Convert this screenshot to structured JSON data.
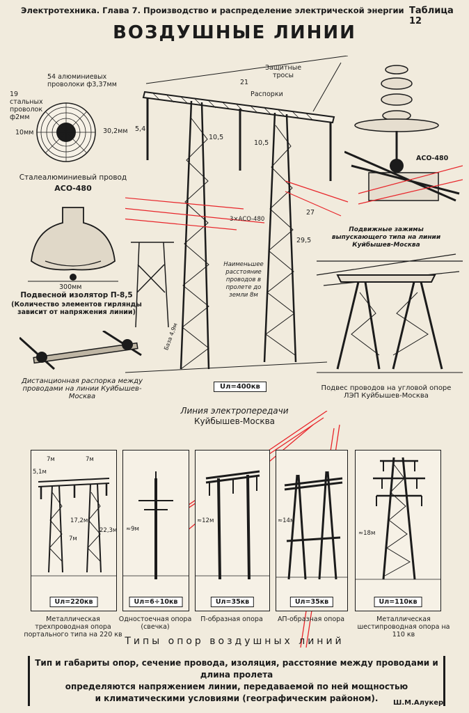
{
  "header": {
    "chapter": "Электротехника. Глава 7. Производство и распределение электрической энергии",
    "table_no": "Таблица 12",
    "title": "ВОЗДУШНЫЕ ЛИНИИ"
  },
  "wire": {
    "aluminium": "54 алюминиевых проволоки ф3,37мм",
    "steel": "19 стальных проволок ф2мм",
    "dim_inner": "10мм",
    "dim_outer": "30,2мм",
    "name": "Сталеалюминиевый провод",
    "code": "АСО-480"
  },
  "insulator": {
    "dim": "300мм",
    "name": "Подвесной изолятор П-8,5",
    "note": "(Количество элементов гирлянды зависит от напряжения линии)"
  },
  "spacer": {
    "name": "Дистанционная распорка между проводами на линии Куйбышев-Москва"
  },
  "main_tower": {
    "label_guard": "Защитные тросы",
    "label_spacers": "Распорки",
    "dim_top": "21",
    "dim_span_a": "10,5",
    "dim_span_b": "10,5",
    "dim_left": "5,4",
    "dim_h1": "27",
    "dim_h2": "29,5",
    "wire_label": "3×АСО-480",
    "clearance": "Наименьшее расстояние проводов в пролете до земли 8м",
    "base": "База 4,9м",
    "voltage": "Uл=400кв",
    "caption1": "Линия электропередачи",
    "caption2": "Куйбышев-Москва"
  },
  "clamp": {
    "code": "АСО-480",
    "caption": "Подвижные зажимы выпускающего типа на линии Куйбышев-Москва"
  },
  "corner": {
    "caption": "Подвес проводов на угловой опоре ЛЭП Куйбышев-Москва"
  },
  "supports": [
    {
      "voltage": "Uл=220кв",
      "caption": "Металлическая трехпроводная опора портального типа на 220 кв",
      "dims": [
        "7м",
        "7м",
        "5,1м",
        "17,2м",
        "22,3м",
        "7м"
      ]
    },
    {
      "voltage": "Uл=6÷10кв",
      "caption": "Одностоечная опора (свечка)",
      "dims": [
        "≈9м"
      ]
    },
    {
      "voltage": "Uл=35кв",
      "caption": "П-образная опора",
      "dims": [
        "≈12м"
      ]
    },
    {
      "voltage": "Uл=35кв",
      "caption": "АП-образная опора",
      "dims": [
        "≈14м"
      ]
    },
    {
      "voltage": "Uл=110кв",
      "caption": "Металлическая шестипроводная опора на 110 кв",
      "dims": [
        "≈18м"
      ]
    }
  ],
  "types_title": "Типы опор воздушных линий",
  "summary": {
    "line1": "Тип и габариты опор, сечение провода, изоляция, расстояние между проводами и длина пролета",
    "line2": "определяются напряжением линии, передаваемой по ней мощностью",
    "line3": "и климатическими условиями (географическим районом)."
  },
  "author": "Ш.М.Алукер",
  "colors": {
    "ink": "#1b1b1b",
    "paper": "#f1ebdd",
    "red": "#e8252a"
  }
}
